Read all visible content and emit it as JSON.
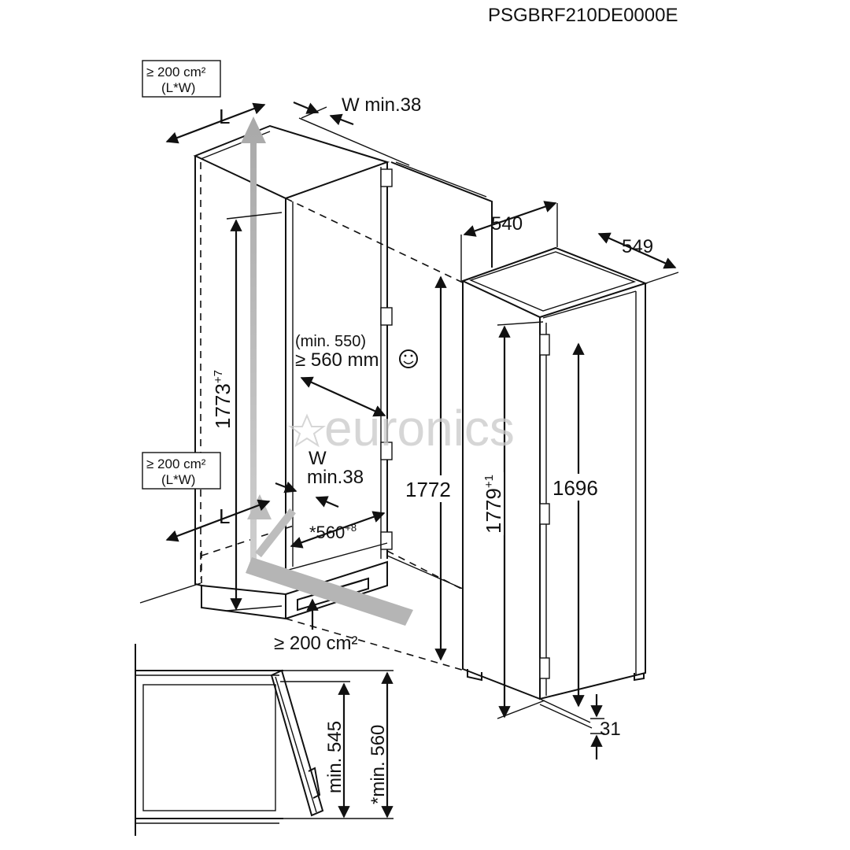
{
  "header": {
    "model": "PSGBRF210DE0000E"
  },
  "watermark": {
    "text": "euronics",
    "star": "star-icon"
  },
  "vent_top": {
    "line1": "≥ 200 cm²",
    "line2": "(L*W)",
    "l_label": "L"
  },
  "vent_bottom_left": {
    "line1": "≥ 200 cm²",
    "line2": "(L*W)",
    "l_label": "L"
  },
  "vent_floor": {
    "text": "≥ 200 cm²"
  },
  "gaps": {
    "w_top": "W min.38",
    "w_mid_1": "W",
    "w_mid_2": "min.38"
  },
  "door_clearance": {
    "line1": "(min. 550)",
    "line2": "≥ 560 mm",
    "icon": "smiley-icon"
  },
  "niche": {
    "height": "1773",
    "height_tol": "+7",
    "width": "*560",
    "width_tol": "+8"
  },
  "appliance": {
    "width": "540",
    "depth": "549",
    "height_total": "1772",
    "height_door": "1779",
    "height_door_tol": "+1",
    "height_inner": "1696",
    "plinth": "31"
  },
  "section": {
    "min_545": "min. 545",
    "min_560": "*min. 560"
  }
}
